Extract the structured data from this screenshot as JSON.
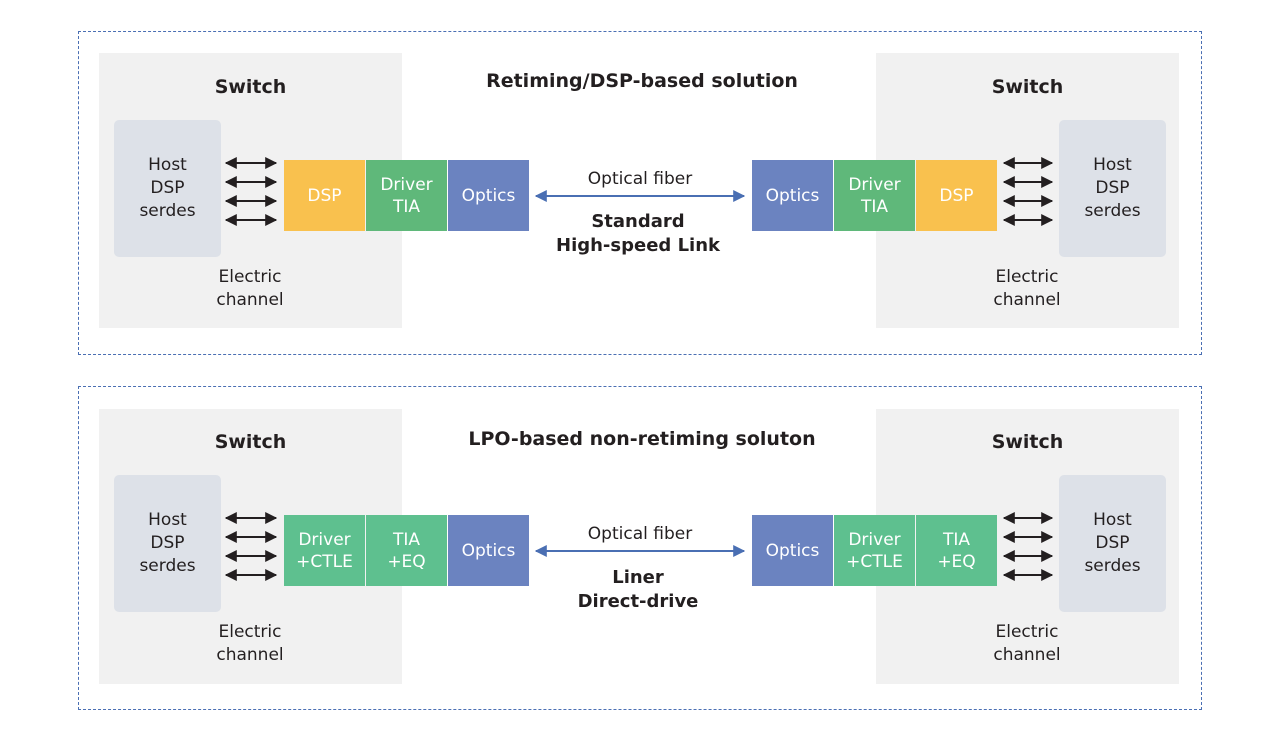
{
  "top": {
    "title": "Retiming/DSP-based solution",
    "fiber": "Optical fiber",
    "link": "Standard\nHigh-speed Link",
    "left": {
      "switch": "Switch",
      "host": "Host\nDSP\nserdes",
      "channel": "Electric\nchannel",
      "blocks": [
        "DSP",
        "Driver\nTIA",
        "Optics"
      ]
    },
    "right": {
      "switch": "Switch",
      "host": "Host\nDSP\nserdes",
      "channel": "Electric\nchannel",
      "blocks": [
        "Optics",
        "Driver\nTIA",
        "DSP"
      ]
    }
  },
  "bottom": {
    "title": "LPO-based non-retiming soluton",
    "fiber": "Optical fiber",
    "link": "Liner\nDirect-drive",
    "left": {
      "switch": "Switch",
      "host": "Host\nDSP\nserdes",
      "channel": "Electric\nchannel",
      "blocks": [
        "Driver\n+CTLE",
        "TIA\n+EQ",
        "Optics"
      ]
    },
    "right": {
      "switch": "Switch",
      "host": "Host\nDSP\nserdes",
      "channel": "Electric\nchannel",
      "blocks": [
        "Optics",
        "Driver\n+CTLE",
        "TIA\n+EQ"
      ]
    }
  },
  "colors": {
    "dsp": "#f9c14e",
    "driver": "#5fb87a",
    "tia_eq": "#5ec08f",
    "optics": "#6b83c0",
    "border": "#4a6fb3"
  }
}
